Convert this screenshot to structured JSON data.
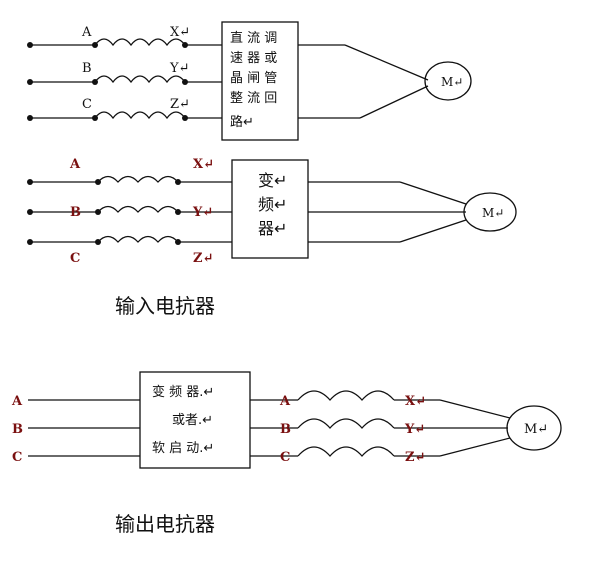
{
  "diagram1": {
    "phases": [
      "A",
      "B",
      "C"
    ],
    "outputs": [
      "X↵",
      "Y↵",
      "Z↵"
    ],
    "box_lines": [
      "直 流 调",
      "速 器 或",
      "晶 闸 管",
      "整 流 回",
      "路↵"
    ],
    "motor": "M↵"
  },
  "diagram2": {
    "phases": [
      "A",
      "B",
      "C"
    ],
    "outputs": [
      "X↵",
      "Y↵",
      "Z↵"
    ],
    "box_lines": [
      "变↵",
      "频↵",
      "器↵"
    ],
    "motor": "M↵",
    "caption": "输入电抗器"
  },
  "diagram3": {
    "phases": [
      "A",
      "B",
      "C"
    ],
    "outputs": [
      "X↵",
      "Y↵",
      "Z↵"
    ],
    "box_lines": [
      "变 频 器.↵",
      "或者.↵",
      "软 启 动.↵"
    ],
    "motor": "M↵",
    "caption": "输出电抗器"
  },
  "colors": {
    "line": "#111111",
    "red_label": "#7a1010",
    "squiggle": "#c03030"
  }
}
